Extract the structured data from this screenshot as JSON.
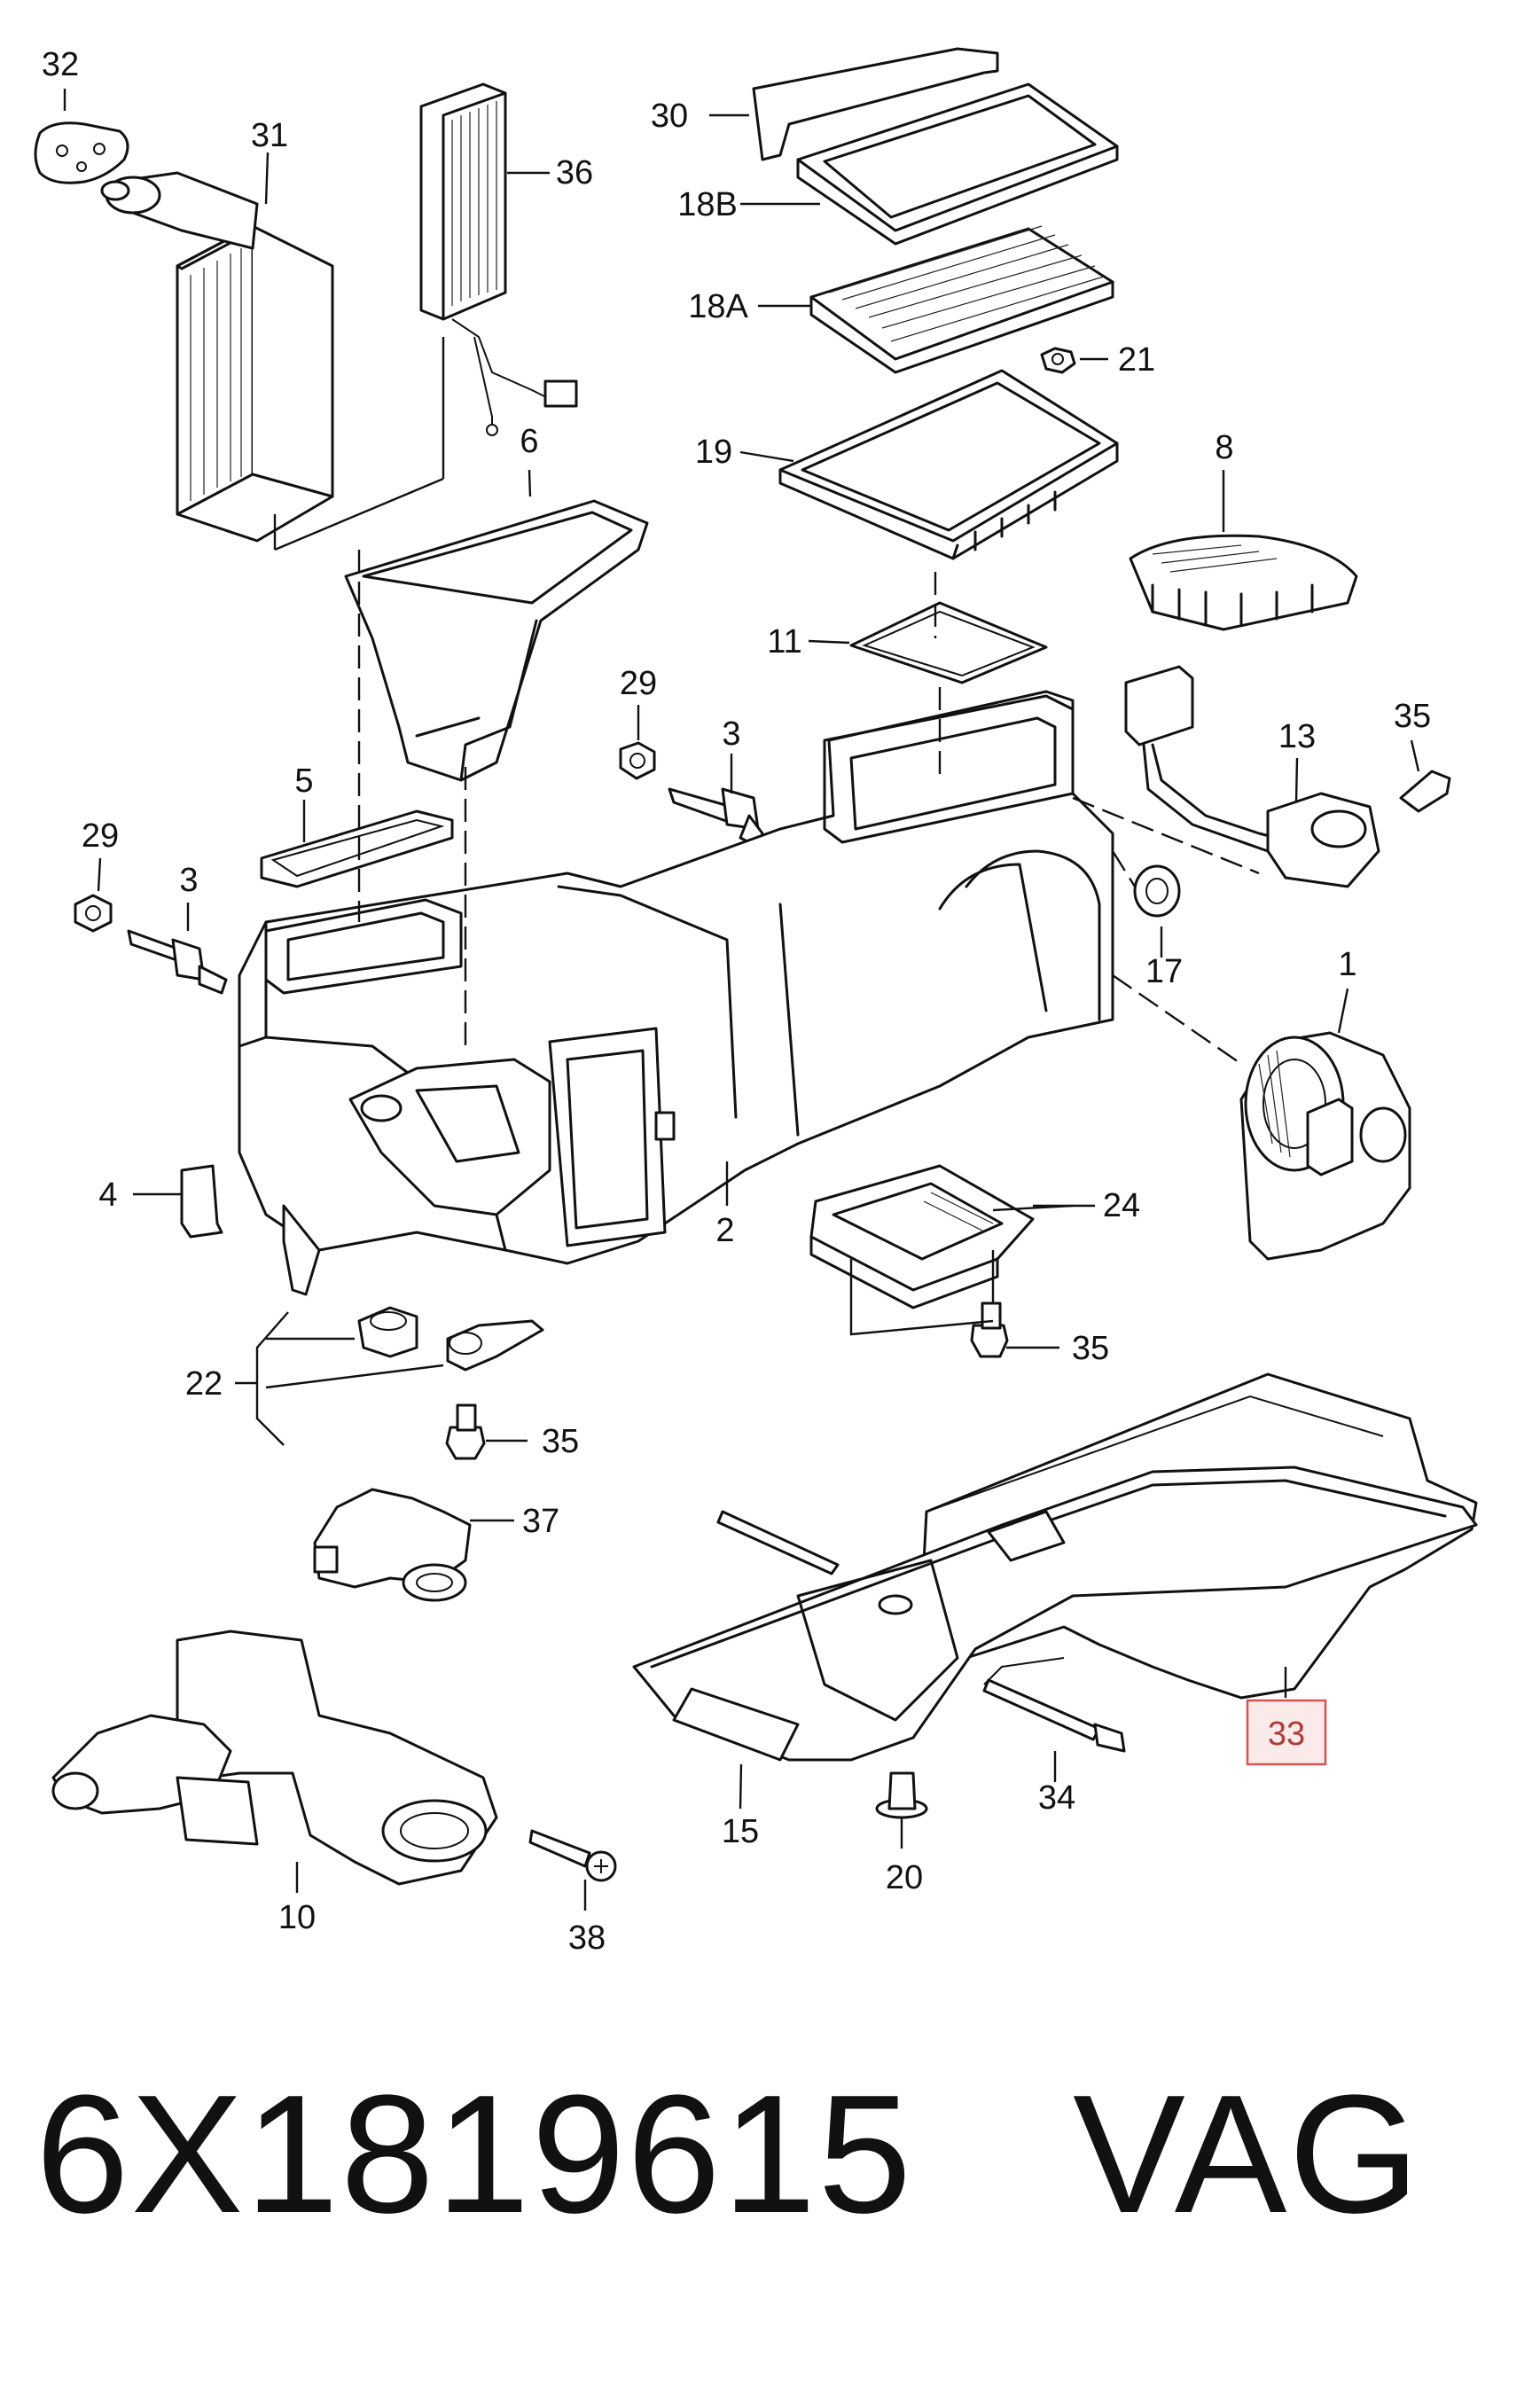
{
  "diagram": {
    "callouts": [
      {
        "id": "c32",
        "text": "32"
      },
      {
        "id": "c31",
        "text": "31"
      },
      {
        "id": "c36",
        "text": "36"
      },
      {
        "id": "c30",
        "text": "30"
      },
      {
        "id": "c18b",
        "text": "18B"
      },
      {
        "id": "c18a",
        "text": "18A"
      },
      {
        "id": "c21",
        "text": "21"
      },
      {
        "id": "c19",
        "text": "19"
      },
      {
        "id": "c6",
        "text": "6"
      },
      {
        "id": "c8",
        "text": "8"
      },
      {
        "id": "c11",
        "text": "11"
      },
      {
        "id": "c29a",
        "text": "29"
      },
      {
        "id": "c3a",
        "text": "3"
      },
      {
        "id": "c35a",
        "text": "35"
      },
      {
        "id": "c13",
        "text": "13"
      },
      {
        "id": "c5",
        "text": "5"
      },
      {
        "id": "c29b",
        "text": "29"
      },
      {
        "id": "c3b",
        "text": "3"
      },
      {
        "id": "c17",
        "text": "17"
      },
      {
        "id": "c1",
        "text": "1"
      },
      {
        "id": "c4",
        "text": "4"
      },
      {
        "id": "c24",
        "text": "24"
      },
      {
        "id": "c2",
        "text": "2"
      },
      {
        "id": "c35b",
        "text": "35"
      },
      {
        "id": "c22",
        "text": "22"
      },
      {
        "id": "c35c",
        "text": "35"
      },
      {
        "id": "c37",
        "text": "37"
      },
      {
        "id": "c33",
        "text": "33",
        "highlighted": true
      },
      {
        "id": "c15",
        "text": "15"
      },
      {
        "id": "c34",
        "text": "34"
      },
      {
        "id": "c20",
        "text": "20"
      },
      {
        "id": "c10",
        "text": "10"
      },
      {
        "id": "c38",
        "text": "38"
      }
    ],
    "highlight_color": "#d9534f",
    "highlight_fill": "#fbeaea"
  },
  "caption": {
    "part_number": "6X1819615",
    "brand": "VAG"
  }
}
